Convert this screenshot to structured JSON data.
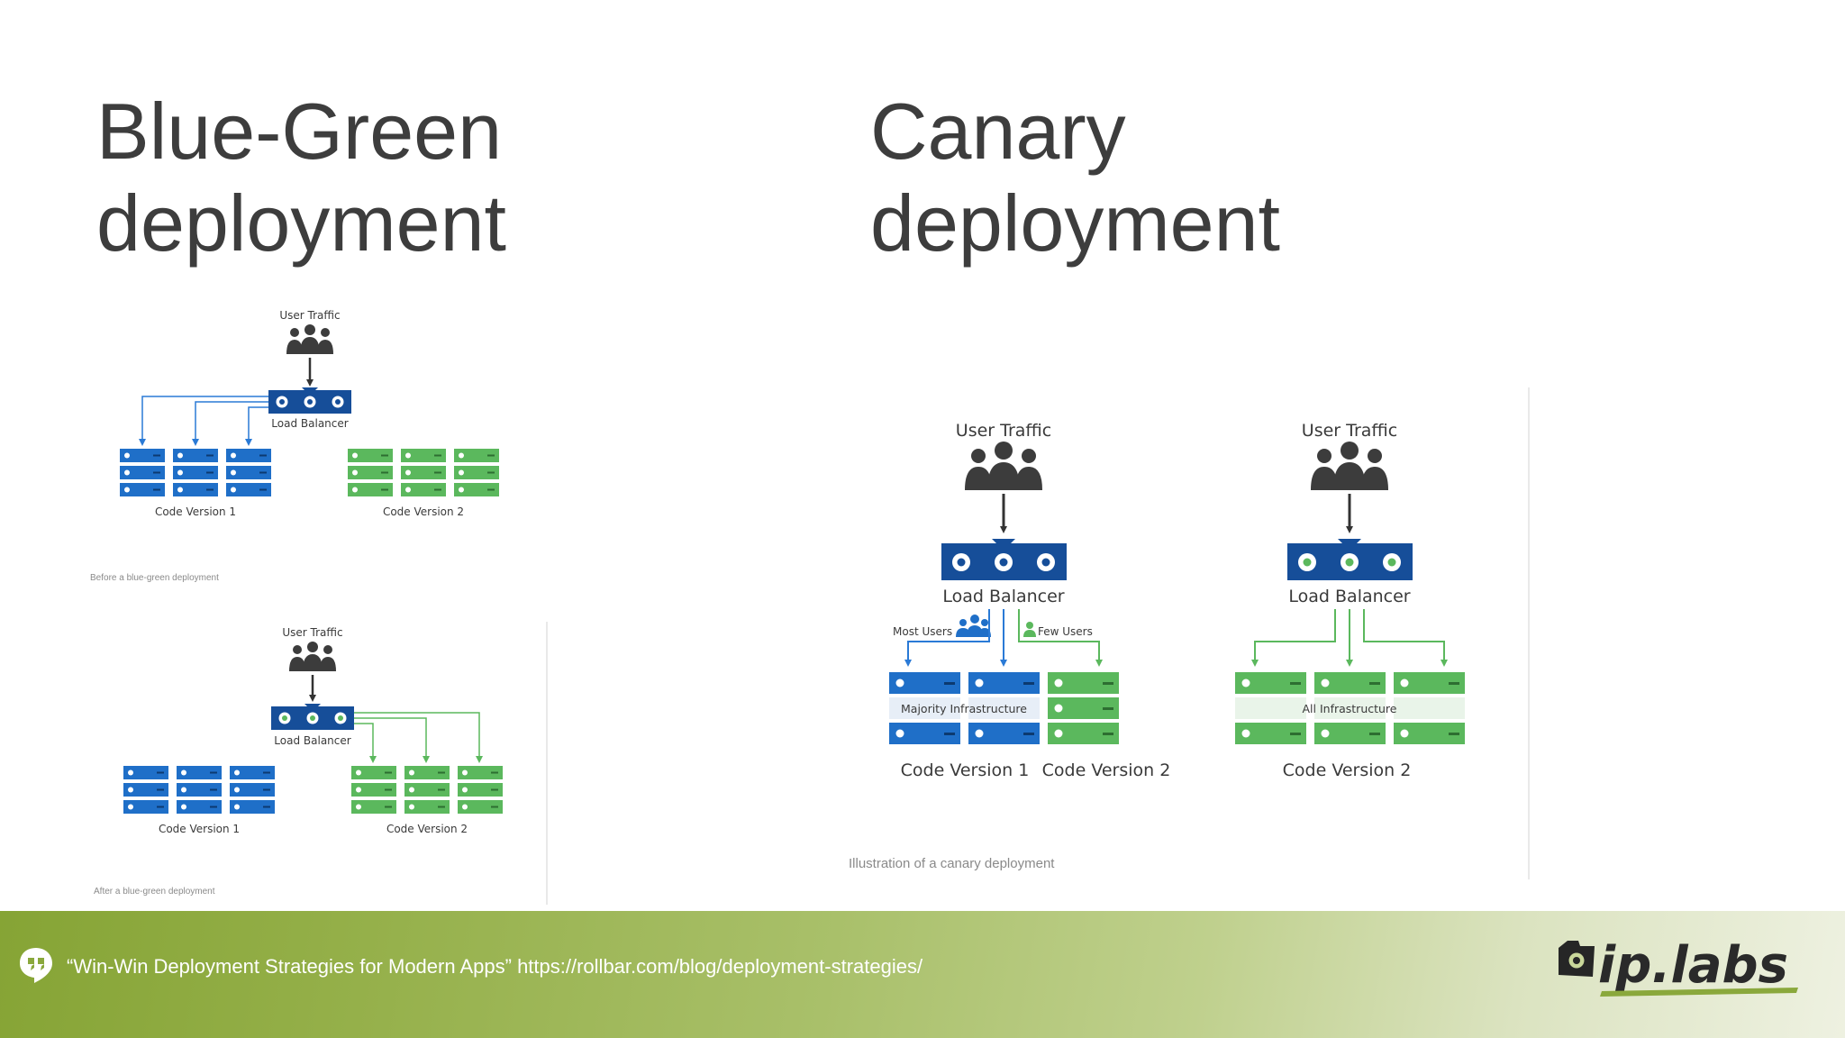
{
  "slide": {
    "left_title": [
      "Blue-Green",
      "deployment"
    ],
    "right_title": [
      "Canary",
      "deployment"
    ]
  },
  "blue_green": {
    "before": {
      "user_traffic": "User Traffic",
      "load_balancer": "Load Balancer",
      "code_version_1": "Code Version 1",
      "code_version_2": "Code Version 2",
      "caption": "Before a blue-green deployment"
    },
    "after": {
      "user_traffic": "User Traffic",
      "load_balancer": "Load Balancer",
      "code_version_1": "Code Version 1",
      "code_version_2": "Code Version 2",
      "caption": "After a blue-green deployment"
    }
  },
  "canary": {
    "stage1": {
      "user_traffic": "User Traffic",
      "load_balancer": "Load Balancer",
      "most_users": "Most Users",
      "few_users": "Few Users",
      "infra_label": "Majority Infrastructure",
      "code_version_1": "Code Version 1",
      "code_version_2": "Code Version 2"
    },
    "stage2": {
      "user_traffic": "User Traffic",
      "load_balancer": "Load Balancer",
      "infra_label": "All Infrastructure",
      "code_version_2": "Code Version 2"
    },
    "caption": "Illustration of a canary deployment"
  },
  "footer": {
    "citation": "“Win-Win Deployment Strategies for Modern Apps” https://rollbar.com/blog/deployment-strategies/",
    "logo": "ip.labs",
    "icon": "hangouts-quote-icon"
  },
  "colors": {
    "blue": "#1f6fc8",
    "blue_dark": "#154f97",
    "lb_blue": "#164e99",
    "green": "#5bb85d",
    "green_dark": "#3f9143",
    "footer_green": "#8aa83c",
    "title": "#3d3d3d"
  }
}
